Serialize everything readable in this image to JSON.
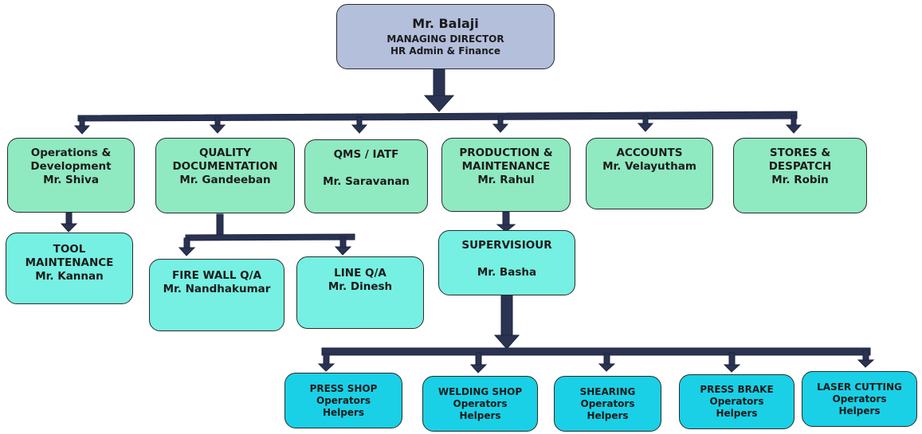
{
  "colors": {
    "connector": "#2a3352",
    "top_box": "#b4bfdc",
    "department_box": "#8fe9c1",
    "sub_box": "#76f0e2",
    "operations_box": "#1ad0e6"
  },
  "managing_director": {
    "name": "Mr. Balaji",
    "title": "MANAGING DIRECTOR",
    "subtitle": "HR Admin & Finance"
  },
  "departments": [
    {
      "lines": [
        "Operations &",
        "Development",
        "Mr. Shiva"
      ]
    },
    {
      "lines": [
        "QUALITY",
        "DOCUMENTATION",
        "Mr. Gandeeban"
      ]
    },
    {
      "lines": [
        "QMS / IATF",
        "",
        "Mr. Saravanan"
      ]
    },
    {
      "lines": [
        "PRODUCTION &",
        "MAINTENANCE",
        "Mr. Rahul"
      ]
    },
    {
      "lines": [
        "ACCOUNTS",
        "Mr. Velayutham"
      ]
    },
    {
      "lines": [
        "STORES &",
        "DESPATCH",
        "Mr. Robin"
      ]
    }
  ],
  "sub_units": [
    {
      "lines": [
        "TOOL",
        "MAINTENANCE",
        "Mr. Kannan"
      ]
    },
    {
      "lines": [
        "FIRE WALL Q/A",
        "Mr. Nandhakumar"
      ]
    },
    {
      "lines": [
        "LINE Q/A",
        "Mr. Dinesh"
      ]
    },
    {
      "lines": [
        "SUPERVISIOUR",
        "",
        "Mr. Basha"
      ]
    }
  ],
  "operations": [
    {
      "lines": [
        "PRESS SHOP",
        "Operators",
        "Helpers"
      ]
    },
    {
      "lines": [
        "WELDING SHOP",
        "Operators",
        "Helpers"
      ]
    },
    {
      "lines": [
        "SHEARING",
        "Operators",
        "Helpers"
      ]
    },
    {
      "lines": [
        "PRESS BRAKE",
        "Operators",
        "Helpers"
      ]
    },
    {
      "lines": [
        "LASER CUTTING",
        "Operators",
        "Helpers"
      ]
    }
  ]
}
